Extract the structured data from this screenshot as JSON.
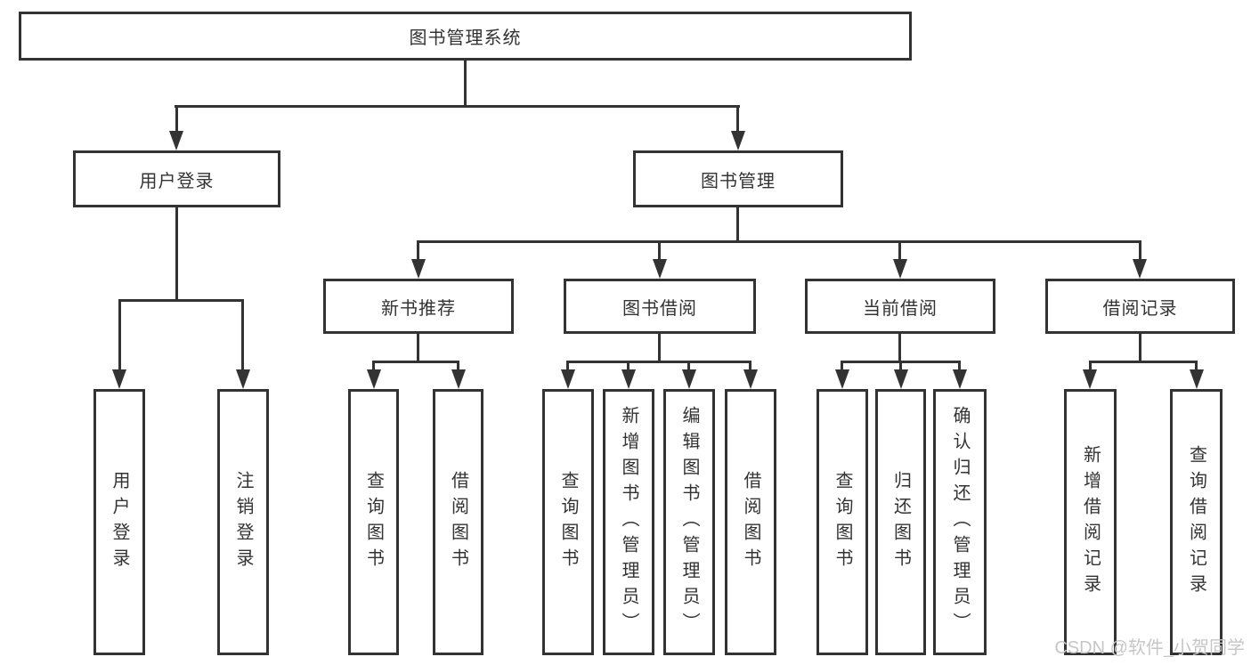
{
  "diagram_title": "图书管理系统",
  "tree": {
    "root": "图书管理系统",
    "children": [
      {
        "label": "用户登录",
        "children": [
          {
            "label": "用户登录"
          },
          {
            "label": "注销登录"
          }
        ]
      },
      {
        "label": "图书管理",
        "children": [
          {
            "label": "新书推荐",
            "children": [
              {
                "label": "查询图书"
              },
              {
                "label": "借阅图书"
              }
            ]
          },
          {
            "label": "图书借阅",
            "children": [
              {
                "label": "查询图书"
              },
              {
                "label": "新增图书（管理员）"
              },
              {
                "label": "编辑图书（管理员）"
              },
              {
                "label": "借阅图书"
              }
            ]
          },
          {
            "label": "当前借阅",
            "children": [
              {
                "label": "查询图书"
              },
              {
                "label": "归还图书"
              },
              {
                "label": "确认归还（管理员）"
              }
            ]
          },
          {
            "label": "借阅记录",
            "children": [
              {
                "label": "新增借阅记录"
              },
              {
                "label": "查询借阅记录"
              }
            ]
          }
        ]
      }
    ]
  },
  "watermark": "CSDN @软件_小贺同学",
  "colors": {
    "line": "#333333",
    "box_fill": "#ffffff",
    "text": "#333333",
    "watermark": "#c6c6c6"
  }
}
